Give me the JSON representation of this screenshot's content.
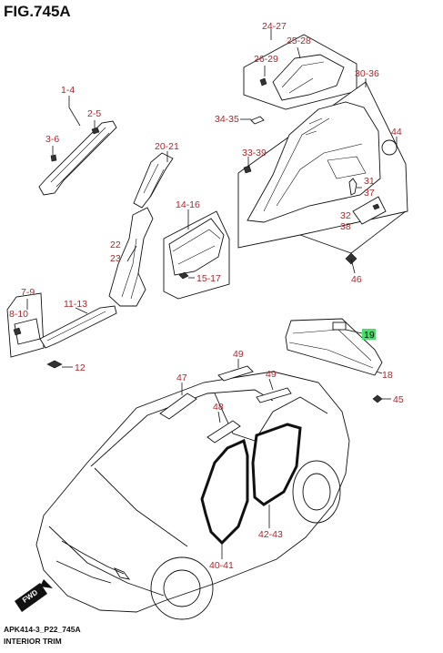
{
  "header": {
    "title": "FIG.745A"
  },
  "footer": {
    "code": "APK414-3_P22_745A",
    "name": "INTERIOR TRIM"
  },
  "badge": {
    "fwd": "FWD"
  },
  "labels": {
    "l_1_4": "1-4",
    "l_2_5": "2-5",
    "l_3_6": "3-6",
    "l_7_9": "7-9",
    "l_8_10": "8-10",
    "l_11_13": "11-13",
    "l_12": "12",
    "l_14_16": "14-16",
    "l_15_17": "15-17",
    "l_18": "18",
    "l_19": "19",
    "l_20_21": "20-21",
    "l_22": "22",
    "l_23": "23",
    "l_24_27": "24-27",
    "l_25_28": "25-28",
    "l_26_29": "26-29",
    "l_30_36": "30-36",
    "l_31": "31",
    "l_37": "37",
    "l_32": "32",
    "l_38": "38",
    "l_33_39": "33-39",
    "l_34_35": "34-35",
    "l_40_41": "40-41",
    "l_42_43": "42-43",
    "l_44": "44",
    "l_45": "45",
    "l_46": "46",
    "l_47": "47",
    "l_48": "48",
    "l_49a": "49",
    "l_49b": "49"
  },
  "colors": {
    "label": "#b0262c",
    "highlight": "#49e06a",
    "line": "#111111"
  }
}
